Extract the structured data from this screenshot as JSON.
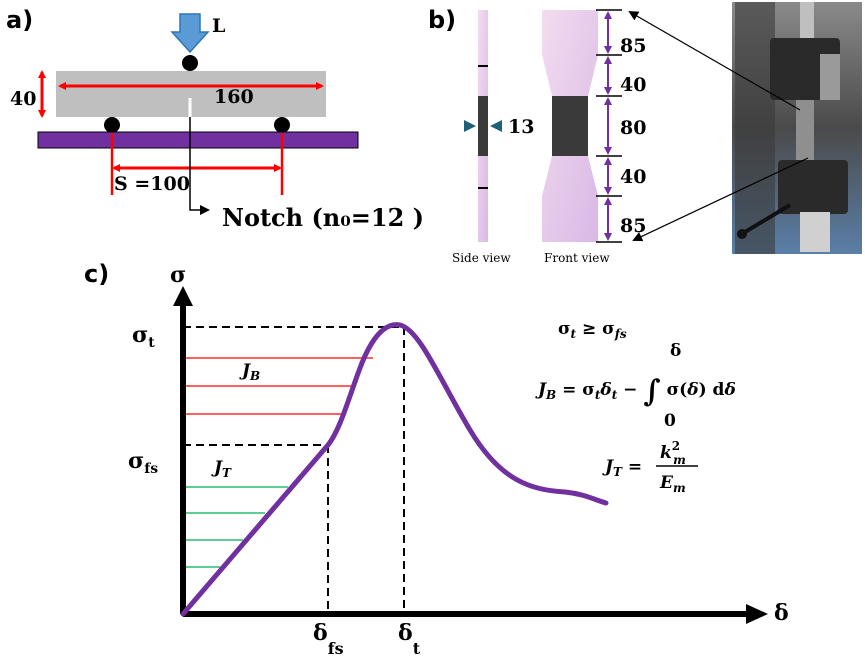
{
  "panel_a": {
    "label": "a)",
    "load_label": "L",
    "height_label": "40",
    "length_label": "160",
    "span_label": "S =100",
    "notch_label": "Notch (n₀=12 )"
  },
  "panel_b": {
    "label": "b)",
    "thickness_label": "13",
    "dims": [
      "85",
      "40",
      "80",
      "40",
      "85"
    ],
    "side_view_caption": "Side view",
    "front_view_caption": "Front view"
  },
  "panel_c": {
    "label": "c)",
    "y_axis_symbol": "σ",
    "x_axis_symbol": "δ",
    "sigma_t": "σt",
    "sigma_fs": "σfs",
    "delta_fs": "δfs",
    "delta_t": "δt",
    "region_jb": "JB",
    "region_jt": "JT",
    "eq_inequality": "σt ≥ σfs",
    "eq_jb": "JB = σtδt − ∫₀^δ σ(δ) dδ",
    "eq_jt": "JT = k²m / Em",
    "curve_color": "#7030a0",
    "jb_hatch_color": "#ff0000",
    "jt_hatch_color": "#00b050",
    "sigma_t_level": 1.0,
    "sigma_fs_level": 0.58
  },
  "colors": {
    "beam": "#bfbfbf",
    "support": "#7030a0",
    "dimension": "#ff0000",
    "arrow_blue": "#5b9bd5",
    "specimen_pink": "#e6c4e6",
    "gauge_dark": "#3a3a3a"
  }
}
